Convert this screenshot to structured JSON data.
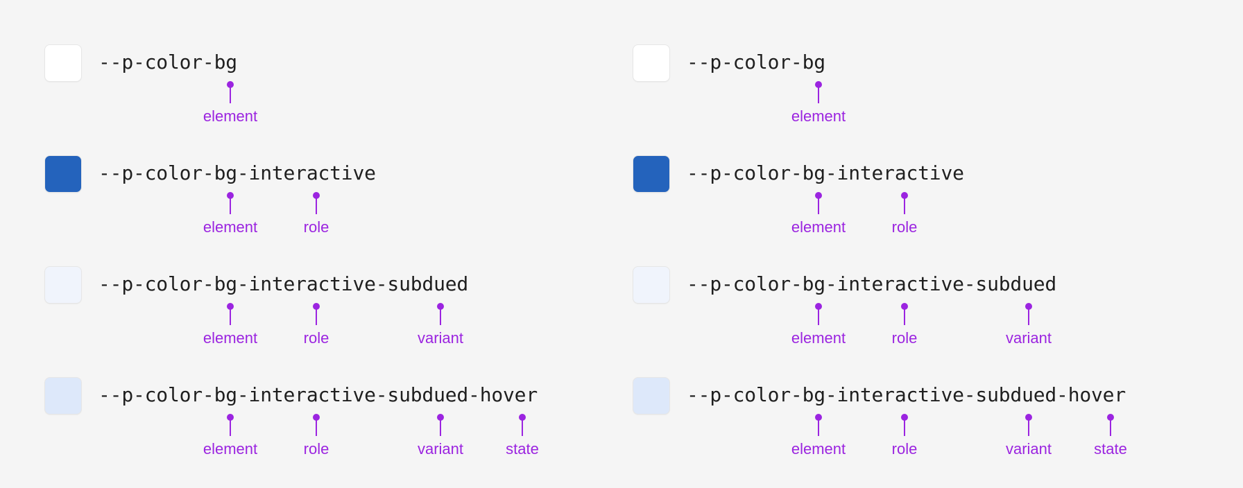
{
  "colors": {
    "background": "#f5f5f5",
    "accent": "#9b24e0",
    "token_text": "#1f1f1f"
  },
  "columns": [
    {
      "rows": [
        {
          "token": "--p-color-bg",
          "swatch_color": "#ffffff",
          "markers": [
            {
              "label": "element"
            }
          ]
        },
        {
          "token": "--p-color-bg-interactive",
          "swatch_color": "#2463bc",
          "markers": [
            {
              "label": "element"
            },
            {
              "label": "role"
            }
          ]
        },
        {
          "token": "--p-color-bg-interactive-subdued",
          "swatch_color": "#f0f4fc",
          "markers": [
            {
              "label": "element"
            },
            {
              "label": "role"
            },
            {
              "label": "variant"
            }
          ]
        },
        {
          "token": "--p-color-bg-interactive-subdued-hover",
          "swatch_color": "#dde8fa",
          "markers": [
            {
              "label": "element"
            },
            {
              "label": "role"
            },
            {
              "label": "variant"
            },
            {
              "label": "state"
            }
          ]
        }
      ]
    },
    {
      "rows": [
        {
          "token": "--p-color-bg",
          "swatch_color": "#ffffff",
          "markers": [
            {
              "label": "element"
            }
          ]
        },
        {
          "token": "--p-color-bg-interactive",
          "swatch_color": "#2463bc",
          "markers": [
            {
              "label": "element"
            },
            {
              "label": "role"
            }
          ]
        },
        {
          "token": "--p-color-bg-interactive-subdued",
          "swatch_color": "#f0f4fc",
          "markers": [
            {
              "label": "element"
            },
            {
              "label": "role"
            },
            {
              "label": "variant"
            }
          ]
        },
        {
          "token": "--p-color-bg-interactive-subdued-hover",
          "swatch_color": "#dde8fa",
          "markers": [
            {
              "label": "element"
            },
            {
              "label": "role"
            },
            {
              "label": "variant"
            },
            {
              "label": "state"
            }
          ]
        }
      ]
    }
  ]
}
